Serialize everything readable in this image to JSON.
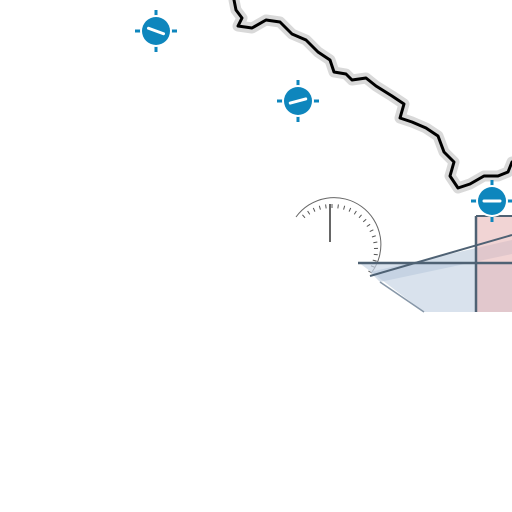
{
  "map": {
    "background_color": "#ffffff",
    "boundary": {
      "stroke_color": "#000000",
      "halo_color": "#d9d9d9"
    },
    "markers": [
      {
        "id": "marker-1",
        "icon": "crosshair-target-icon",
        "color": "#0e86bd",
        "bearing_deg": 20
      },
      {
        "id": "marker-2",
        "icon": "crosshair-target-icon",
        "color": "#0e86bd",
        "bearing_deg": -15
      },
      {
        "id": "marker-3",
        "icon": "crosshair-target-icon",
        "color": "#0e86bd",
        "bearing_deg": 0
      }
    ],
    "compass_dial": {
      "icon": "compass-dial-icon",
      "color": "#555555"
    },
    "overlay": {
      "fill_blue": "#c9d6e6",
      "fill_pink": "#e7b8b8",
      "line_color": "#4f6274"
    }
  }
}
